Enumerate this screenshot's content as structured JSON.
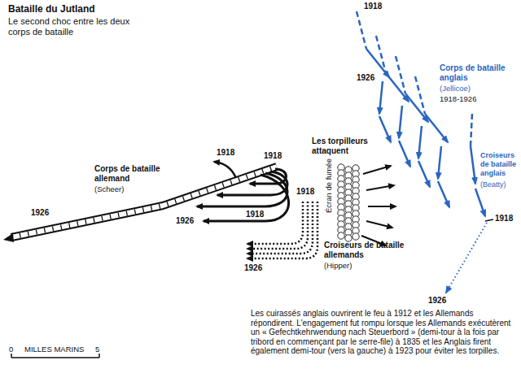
{
  "diagram": {
    "title": "Bataille du Jutland",
    "caption": "Les cuirassés anglais ouvrirent le feu à 1912 et les Allemands répondirent. L'engagement fut rompu lorsque les Allemands exécutèrent un « Gefechtkehrwendung nach Steuerbord » (demi-tour à la fois par tribord en commençant par le serre-file) à 1835 et les Anglais firent également demi-tour (vers la gauche) à 1923 pour éviter les torpilles.",
    "labels": [
      "Le second choc entre les deux corps de bataille",
      "1918",
      "1926",
      "Corps de bataille anglais",
      "(Jellicoe)",
      "1918-1926",
      "Croiseurs de bataille anglais",
      "(Beatty)",
      "1918",
      "1926",
      "Les torpilleurs attaquent",
      "Écran de fumée",
      "1918",
      "1918",
      "Corps de bataille allemand",
      "(Scheer)",
      "1926",
      "1926",
      "1918",
      "1918",
      "1926",
      "Croiseurs de bataille allemands",
      "(Hipper)",
      "0",
      "MILLES MARINS",
      "5"
    ]
  }
}
